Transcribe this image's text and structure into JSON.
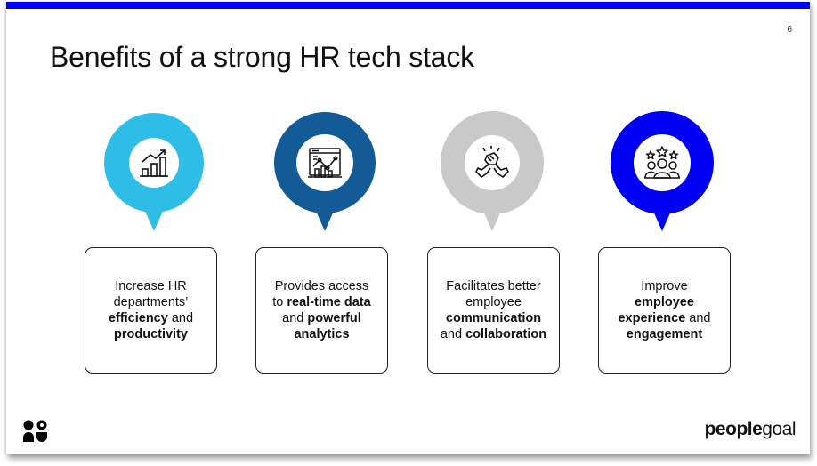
{
  "slide": {
    "page_number": "6",
    "title": "Benefits of a strong HR tech stack",
    "accent_color": "#0000ff"
  },
  "pins": [
    {
      "name": "growth-chart-icon",
      "color": "#2ebde6"
    },
    {
      "name": "analytics-dashboard-icon",
      "color": "#135b96"
    },
    {
      "name": "handshake-icon",
      "color": "#c9c9c9"
    },
    {
      "name": "team-stars-icon",
      "color": "#0000f5"
    }
  ],
  "cards": [
    {
      "line1": "Increase HR",
      "line2": "departments’",
      "bold1": "efficiency",
      "mid": " and",
      "bold2": "productivity"
    },
    {
      "line1": "Provides access",
      "pre": "to ",
      "bold1": "real-time data",
      "mid": "and ",
      "bold2": "powerful",
      "bold3": "analytics"
    },
    {
      "line1": "Facilitates better",
      "line2": "employee",
      "bold1": "communication",
      "mid": "and ",
      "bold2": "collaboration"
    },
    {
      "line1": "Improve",
      "bold1": "employee",
      "bold2": "experience",
      "mid": " and",
      "bold3": "engagement"
    }
  ],
  "footer": {
    "brand_strong": "people",
    "brand_light": "goal"
  }
}
